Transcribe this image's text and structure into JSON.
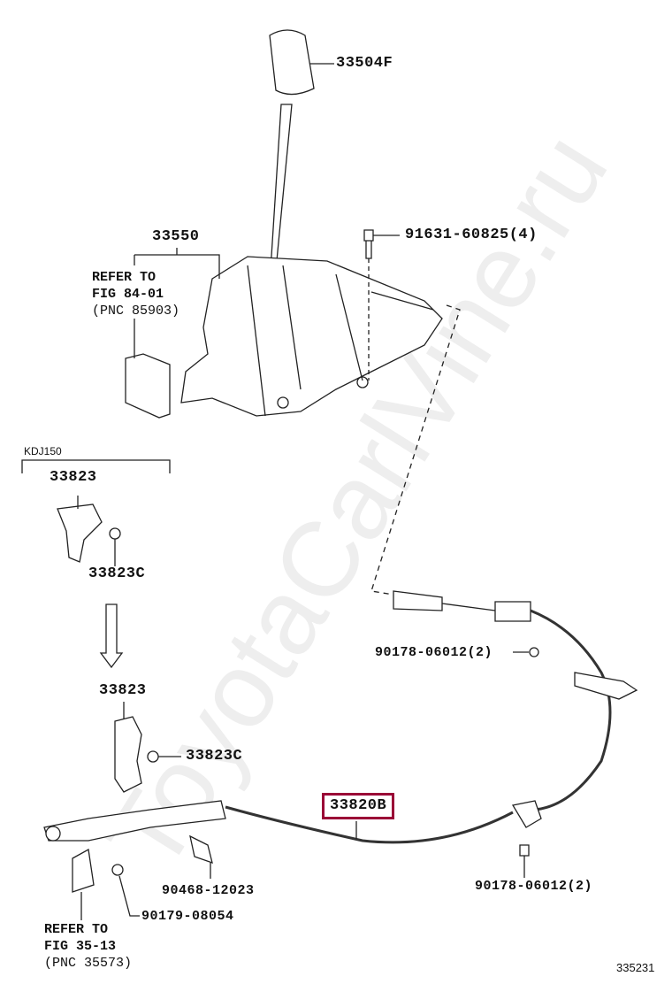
{
  "watermark": "ToyotaCarlVine.ru",
  "highlight_color": "#9a0036",
  "labels": {
    "knob": "33504F",
    "shift_lever": "33550",
    "bolt": "91631-60825(4)",
    "bracket_kdj_1": "33823",
    "bolt_kdj_1": "33823C",
    "bracket_kdj_2": "33823",
    "bolt_kdj_2": "33823C",
    "nut_upper": "90178-06012(2)",
    "cable": "33820B",
    "clip": "90468-12023",
    "nut_lower_right": "90178-06012(2)",
    "nut_lower_left": "90179-08054"
  },
  "variant": "KDJ150",
  "refer_upper": {
    "line1": "REFER TO",
    "line2": "FIG 84-01",
    "line3": "(PNC 85903)"
  },
  "refer_lower": {
    "line1": "REFER TO",
    "line2": "FIG 35-13",
    "line3": "(PNC 35573)"
  },
  "figure_number": "335231"
}
